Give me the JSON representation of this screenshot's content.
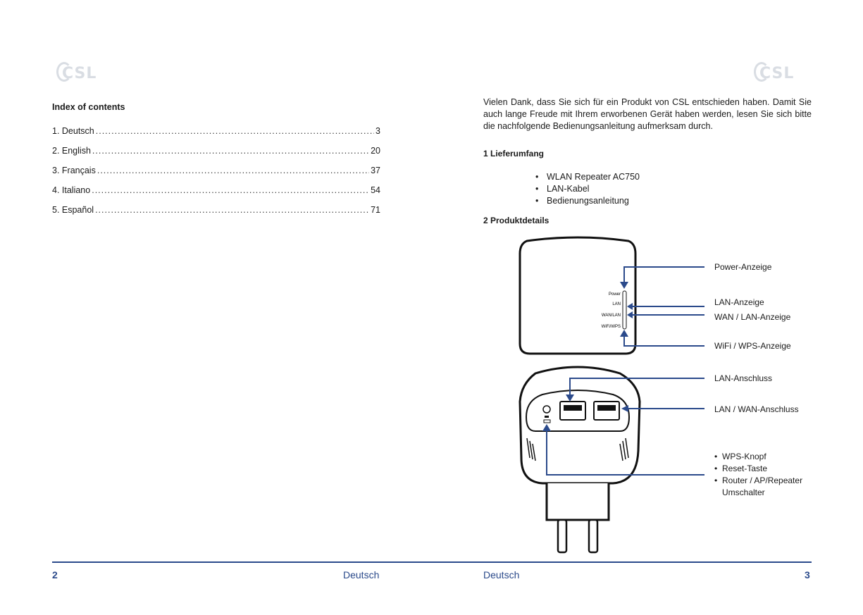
{
  "logo": {
    "text": "CSL"
  },
  "left_page": {
    "toc_title": "Index of contents",
    "toc": [
      {
        "label": "1. Deutsch",
        "page": "3"
      },
      {
        "label": "2. English",
        "page": "20"
      },
      {
        "label": "3. Français",
        "page": "37"
      },
      {
        "label": "4. Italiano",
        "page": "54"
      },
      {
        "label": "5. Español",
        "page": "71"
      }
    ],
    "page_number": "2",
    "footer_language": "Deutsch"
  },
  "right_page": {
    "intro": "Vielen Dank, dass Sie sich für ein Produkt von CSL entschieden haben. Damit Sie auch lange Freude mit Ihrem erworbenen Gerät haben werden, lesen Sie sich bitte die nachfolgende Bedienungsanleitung aufmerksam durch.",
    "section1_title": "1 Lieferumfang",
    "section1_items": [
      "WLAN Repeater AC750",
      "LAN-Kabel",
      "Bedienungsanleitung"
    ],
    "section2_title": "2 Produktdetails",
    "diagram": {
      "device_led_labels": [
        "Power",
        "LAN",
        "WAN/LAN",
        "WiFi/WPS"
      ],
      "callouts": {
        "power": "Power-Anzeige",
        "lan": "LAN-Anzeige",
        "wan_lan": "WAN / LAN-Anzeige",
        "wifi_wps": "WiFi / WPS-Anzeige",
        "lan_port": "LAN-Anschluss",
        "lan_wan_port": "LAN / WAN-Anschluss"
      },
      "bottom_list": [
        "WPS-Knopf",
        "Reset-Taste",
        "Router / AP/Repeater Umschalter"
      ],
      "accent_color": "#2b4a8b"
    },
    "page_number": "3",
    "footer_language": "Deutsch"
  }
}
